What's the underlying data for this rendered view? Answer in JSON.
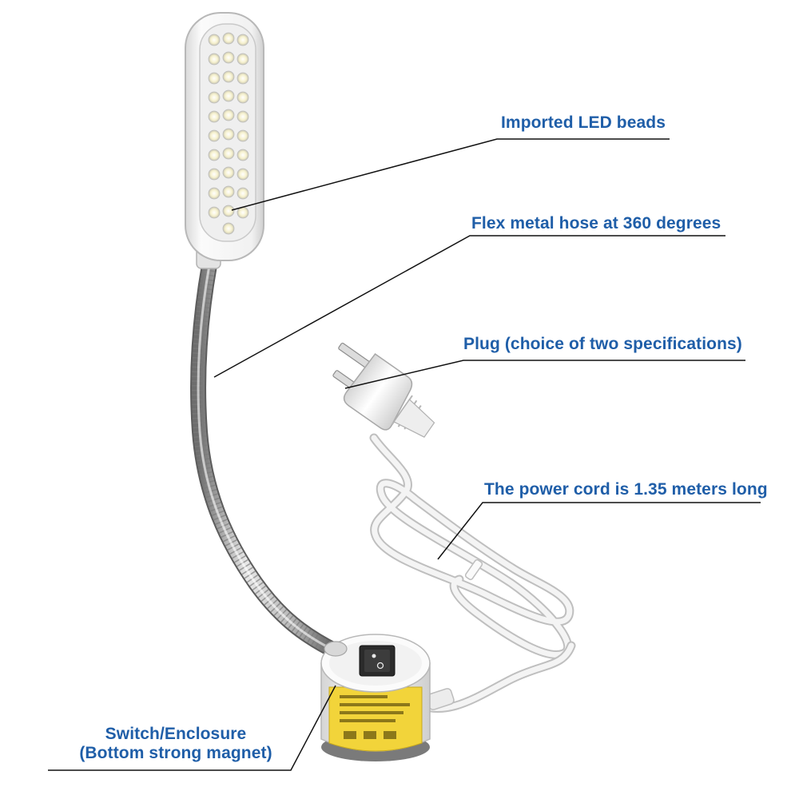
{
  "labels": {
    "led": "Imported LED beads",
    "hose": "Flex metal hose at 360 degrees",
    "plug": "Plug (choice of two specifications)",
    "cord": "The power cord is 1.35 meters long",
    "switch_line1": "Switch/Enclosure",
    "switch_line2": "(Bottom strong magnet)"
  },
  "colors": {
    "label_text": "#1f5ea8",
    "leader_lines": "#111111",
    "lamp_body": "#f2f2f2",
    "hose_metal": "#a9a9a9",
    "cord": "#e6e6e6",
    "warning_sticker": "#f2d43a"
  },
  "icons": {
    "lamp_head": "led-lamp-head-icon",
    "plug": "two-prong-plug-icon",
    "switch": "rocker-switch-icon"
  }
}
